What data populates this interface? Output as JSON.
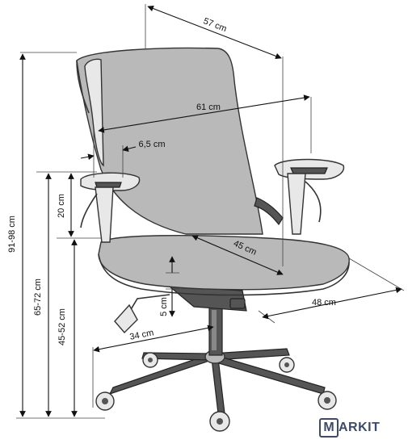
{
  "dimensions": {
    "total_depth": "57 cm",
    "total_width": "61 cm",
    "backrest_thickness": "6,5 cm",
    "total_height": "91-98 cm",
    "armrest_height": "65-72 cm",
    "armrest_to_seat": "20 cm",
    "seat_height": "45-52 cm",
    "seat_depth": "45 cm",
    "seat_thickness": "5 cm",
    "seat_width": "48 cm",
    "base_radius": "34 cm"
  },
  "logo": {
    "initial": "M",
    "rest": "ARKIT"
  },
  "colors": {
    "line": "#111111",
    "chair_gray": "#b9b9b9",
    "logo": "#3c4a6e"
  }
}
